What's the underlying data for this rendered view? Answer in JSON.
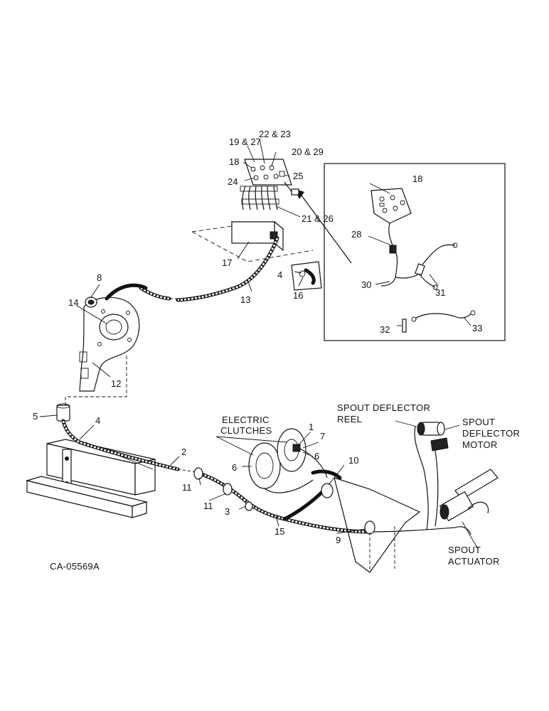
{
  "figure_id": "CA-05569A",
  "part_labels": {
    "p1": "1",
    "p2": "2",
    "p3": "3",
    "p4a": "4",
    "p4b": "4",
    "p5": "5",
    "p6a": "6",
    "p6b": "6",
    "p7": "7",
    "p8": "8",
    "p9": "9",
    "p10": "10",
    "p11a": "11",
    "p11b": "11",
    "p12": "12",
    "p13": "13",
    "p14": "14",
    "p15": "15",
    "p16": "16",
    "p17": "17",
    "p18a": "18",
    "p18b": "18",
    "p19_27": "19 & 27",
    "p20_29": "20 & 29",
    "p21_26": "21 & 26",
    "p22_23": "22 & 23",
    "p24": "24",
    "p25": "25",
    "p28": "28",
    "p30": "30",
    "p31": "31",
    "p32": "32",
    "p33": "33"
  },
  "captions": {
    "electric_clutches": [
      "ELECTRIC",
      "CLUTCHES"
    ],
    "spout_deflector_reel": [
      "SPOUT DEFLECTOR",
      "REEL"
    ],
    "spout_deflector_motor": [
      "SPOUT",
      "DEFLECTOR",
      "MOTOR"
    ],
    "spout_actuator": [
      "SPOUT",
      "ACTUATOR"
    ]
  }
}
